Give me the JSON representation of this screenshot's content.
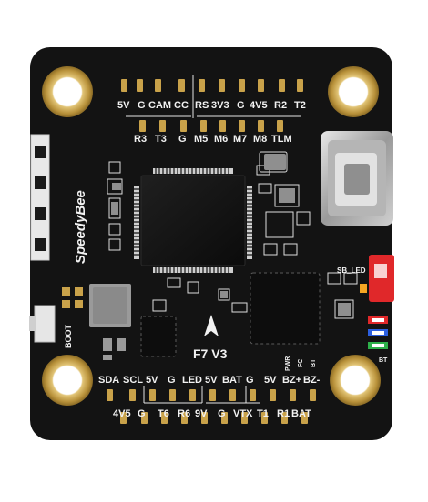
{
  "board": {
    "brand": "SpeedyBee",
    "model": "F7 V3",
    "pad_labels_top_row1": [
      "5V",
      "G",
      "CAM",
      "CC",
      "RS",
      "3V3",
      "G",
      "4V5",
      "R2",
      "T2"
    ],
    "pad_labels_top_row2": [
      "R3",
      "T3",
      "G",
      "M5",
      "M6",
      "M7",
      "M8",
      "TLM"
    ],
    "pad_labels_bottom_row1": [
      "SDA",
      "SCL",
      "5V",
      "G",
      "LED",
      "5V",
      "BAT",
      "G",
      "5V",
      "BZ+",
      "BZ-"
    ],
    "pad_labels_bottom_row2": [
      "4V5",
      "G",
      "T6",
      "R6",
      "9V",
      "G",
      "VTX",
      "T1",
      "R1",
      "BAT"
    ],
    "boot_label": "BOOT",
    "sb_led_label": "SB_LED",
    "pwr_label": "PWR",
    "fc_label": "FC",
    "bt_label": "BT",
    "bt_label_2": "BT"
  },
  "colors": {
    "pcb": "#131313",
    "gold": "#c9a24a",
    "silkscreen": "#f2f2f2",
    "red_led": "#e0282a",
    "blue_led": "#2c5fe0",
    "green_led": "#2db04a",
    "orange_led": "#f5a623"
  }
}
